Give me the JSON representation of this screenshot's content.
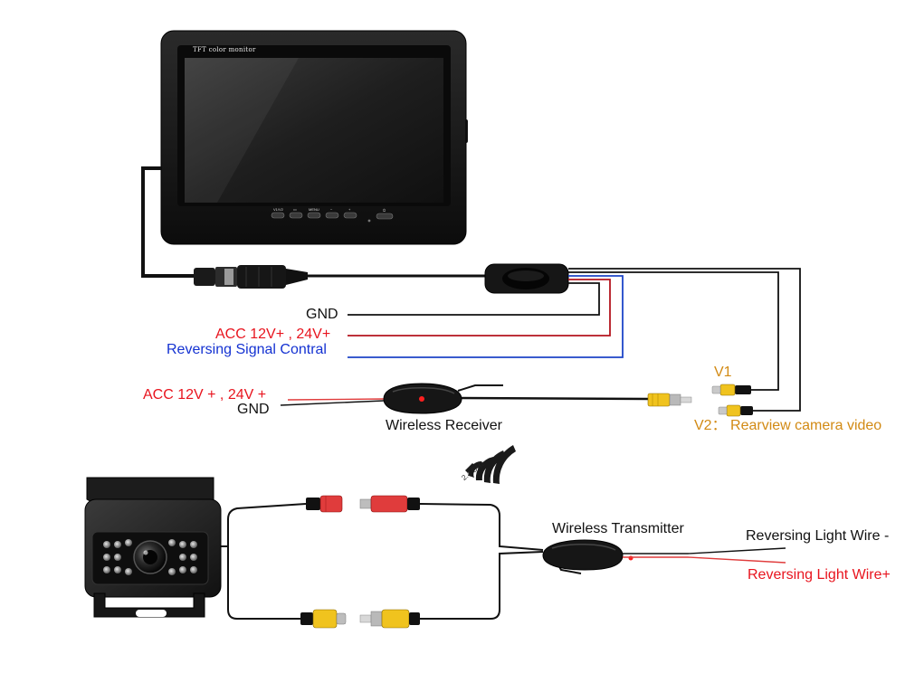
{
  "monitor": {
    "caption": "TFT color monitor",
    "buttons": [
      "V1/V2",
      "▭",
      "MENU",
      "−",
      "+",
      "⏻"
    ]
  },
  "labels": {
    "gnd_top": "GND",
    "acc_top": "ACC 12V+ , 24V+",
    "reversing_signal": "Reversing Signal Contral",
    "acc_receiver": "ACC 12V + , 24V +",
    "gnd_receiver": "GND",
    "wireless_receiver": "Wireless Receiver",
    "v1": "V1",
    "v2": "V2：  Rearview camera video",
    "ghz": "2.4 GHz",
    "wireless_transmitter": "Wireless Transmitter",
    "reversing_light_neg": "Reversing Light Wire -",
    "reversing_light_pos": "Reversing Light Wire+"
  },
  "colors": {
    "black_wire": "#111111",
    "red_label": "#e8141e",
    "blue_label": "#1432d2",
    "v_label": "#d28a14",
    "red_wire": "#b4141e",
    "blue_wire": "#1e46c8",
    "rca_yellow": "#f0c31e",
    "dc_red": "#e03c3c"
  }
}
